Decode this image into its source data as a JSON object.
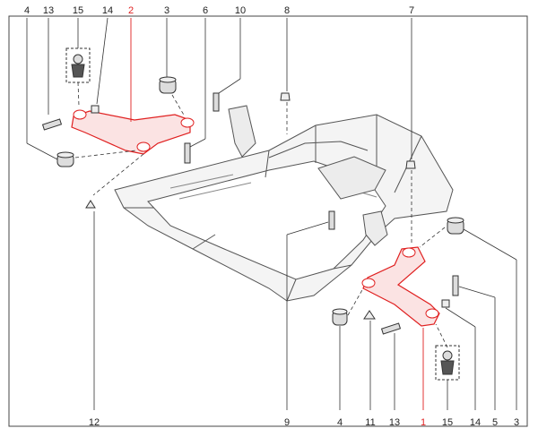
{
  "callouts": {
    "top": [
      {
        "id": "c4t",
        "text": "4"
      },
      {
        "id": "c13t",
        "text": "13"
      },
      {
        "id": "c15t",
        "text": "15"
      },
      {
        "id": "c14t",
        "text": "14"
      },
      {
        "id": "c2t",
        "text": "2",
        "highlight": true
      },
      {
        "id": "c3t",
        "text": "3"
      },
      {
        "id": "c6t",
        "text": "6"
      },
      {
        "id": "c10t",
        "text": "10"
      },
      {
        "id": "c8t",
        "text": "8"
      },
      {
        "id": "c7t",
        "text": "7"
      }
    ],
    "bottom": [
      {
        "id": "c12b",
        "text": "12"
      },
      {
        "id": "c9b",
        "text": "9"
      },
      {
        "id": "c4b",
        "text": "4"
      },
      {
        "id": "c11b",
        "text": "11"
      },
      {
        "id": "c13b",
        "text": "13"
      },
      {
        "id": "c1b",
        "text": "1",
        "highlight": true
      },
      {
        "id": "c15b",
        "text": "15"
      },
      {
        "id": "c14b",
        "text": "14"
      },
      {
        "id": "c5b",
        "text": "5"
      },
      {
        "id": "c3b",
        "text": "3"
      }
    ]
  },
  "colors": {
    "line": "#333333",
    "highlight": "#e02020",
    "arm_fill": "#fbe3e3",
    "frame_fill": "#f4f4f4"
  }
}
